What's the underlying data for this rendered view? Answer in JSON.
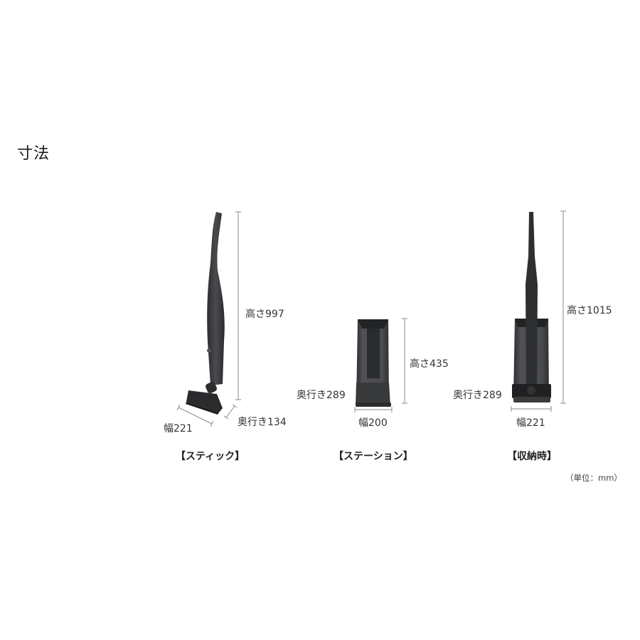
{
  "page": {
    "title": "寸法",
    "unit_note": "（単位：mm）"
  },
  "products": [
    {
      "id": "stick",
      "caption": "【スティック】",
      "dimensions": {
        "height": "高さ997",
        "width": "幅221",
        "depth": "奥行き134"
      }
    },
    {
      "id": "station",
      "caption": "【ステーション】",
      "dimensions": {
        "height": "高さ435",
        "width": "幅200",
        "depth": "奥行き289"
      }
    },
    {
      "id": "stored",
      "caption": "【収納時】",
      "dimensions": {
        "height": "高さ1015",
        "width": "幅221",
        "depth": "奥行き289"
      }
    }
  ],
  "colors": {
    "product_body": "#3a3b3d",
    "product_dark": "#252628",
    "dimension_line": "#8a8a8a",
    "text": "#333333"
  }
}
